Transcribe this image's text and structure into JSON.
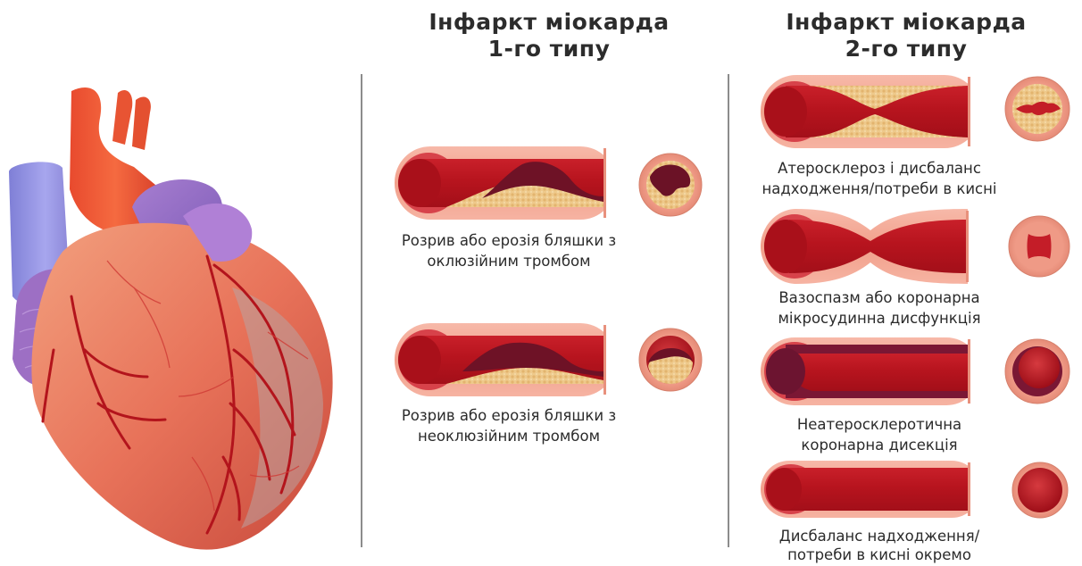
{
  "type1": {
    "title_line1": "Інфаркт міокарда",
    "title_line2": "1-го типу",
    "items": [
      {
        "caption_line1": "Розрив або ерозія бляшки з",
        "caption_line2": "оклюзійним тромбом"
      },
      {
        "caption_line1": "Розрив або ерозія бляшки з",
        "caption_line2": "неоклюзійним тромбом"
      }
    ]
  },
  "type2": {
    "title_line1": "Інфаркт міокарда",
    "title_line2": "2-го типу",
    "items": [
      {
        "caption_line1": "Атеросклероз і дисбаланс",
        "caption_line2": "надходження/потреби в кисні"
      },
      {
        "caption_line1": "Вазоспазм або коронарна",
        "caption_line2": "мікросудинна дисфункція"
      },
      {
        "caption_line1": "Неатеросклеротична",
        "caption_line2": "коронарна дисекція"
      },
      {
        "caption_line1": "Дисбаланс надходження/",
        "caption_line2": "потреби в кисні окремо"
      }
    ]
  }
}
